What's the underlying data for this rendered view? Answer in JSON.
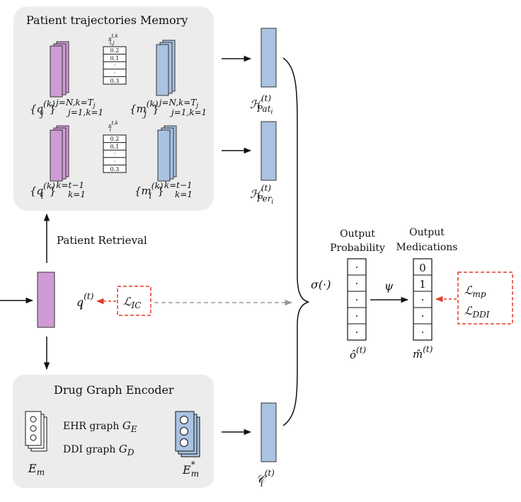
{
  "memory_panel": {
    "title": "Patient trajectories Memory",
    "row1": {
      "q_set": {
        "base": "{q",
        "sup": "(k)",
        "sub": "j",
        "close": "}",
        "upper": "j=N,k=T",
        "upper_sub": "j",
        "lower": "j=1,k=1"
      },
      "m_set": {
        "base": "{m",
        "sup": "(k)",
        "sub": "j",
        "close": "}",
        "upper": "j=N,k=T",
        "upper_sub": "j",
        "lower": "j=1,k=1"
      },
      "score": {
        "label": "s",
        "sup": "t,k",
        "sub": "i,j",
        "values": [
          "0.2",
          "0.1",
          "·",
          "·",
          "0.3"
        ]
      }
    },
    "row2": {
      "q_set": {
        "base": "{q",
        "sup": "(k)",
        "sub": "i",
        "close": "}",
        "upper": "k=t−1",
        "lower": "k=1"
      },
      "m_set": {
        "base": "{m",
        "sup": "(k)",
        "sub": "i",
        "close": "}",
        "upper": "k=t−1",
        "lower": "k=1"
      },
      "score": {
        "label": "s",
        "sup": "t,k",
        "sub": "i",
        "values": [
          "0.2",
          "0.1",
          "·",
          "·",
          "0.3"
        ]
      }
    }
  },
  "h_pat": {
    "base": "ℋ",
    "sup": "(t)",
    "sub": "Pat",
    "subsub": "i"
  },
  "h_per": {
    "base": "ℋ",
    "sup": "(t)",
    "sub": "Per",
    "subsub": "i"
  },
  "patient_retrieval": "Patient Retrieval",
  "query": {
    "base": "q",
    "sup": "(t)",
    "sub": "i"
  },
  "loss_ic": {
    "base": "ℒ",
    "sub": "IC"
  },
  "sigma": "σ(·)",
  "psi": "ψ",
  "output_probability": {
    "line1": "Output",
    "line2": "Probability",
    "cells": [
      "·",
      "·",
      "·",
      "·",
      "·"
    ],
    "symbol": {
      "base": "ô",
      "sup": "(t)"
    }
  },
  "output_medications": {
    "line1": "Output",
    "line2": "Medications",
    "cells": [
      "0",
      "1",
      "·",
      "·",
      "·"
    ],
    "symbol": {
      "base": "m̂",
      "sup": "(t)"
    }
  },
  "loss_mp": {
    "base": "ℒ",
    "sub": "mp"
  },
  "loss_ddi": {
    "base": "ℒ",
    "sub": "DDI"
  },
  "encoder_panel": {
    "title": "Drug Graph Encoder",
    "ehr_graph": {
      "text": "EHR graph ",
      "base": "G",
      "sub": "E"
    },
    "ddi_graph": {
      "text": "DDI graph ",
      "base": "G",
      "sub": "D"
    },
    "em": {
      "base": "E",
      "sub": "m"
    },
    "em_star": {
      "base": "E",
      "sup": "*",
      "sub": "m"
    }
  },
  "c_out": {
    "base": "𝒞",
    "sup": "(t)",
    "sub": "i"
  },
  "colors": {
    "panel_bg": "#ececec",
    "purple": "#cf9bd4",
    "blue": "#a9c3e1",
    "loss_red": "#e23b2c",
    "dashed_gray": "#9a9a9a"
  }
}
